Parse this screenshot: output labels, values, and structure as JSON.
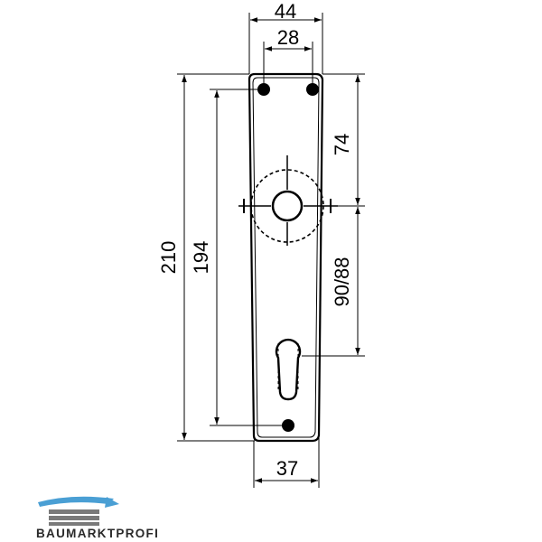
{
  "dimensions": {
    "width_top": "44",
    "hole_spacing": "28",
    "height_total": "210",
    "height_holes": "194",
    "top_to_handle": "74",
    "handle_to_cylinder": "90/88",
    "width_bottom": "37"
  },
  "brand": {
    "name": "BAUMARKTPROFI",
    "color_roof": "#4a9fd4",
    "color_mark": "#7a7a7a"
  }
}
